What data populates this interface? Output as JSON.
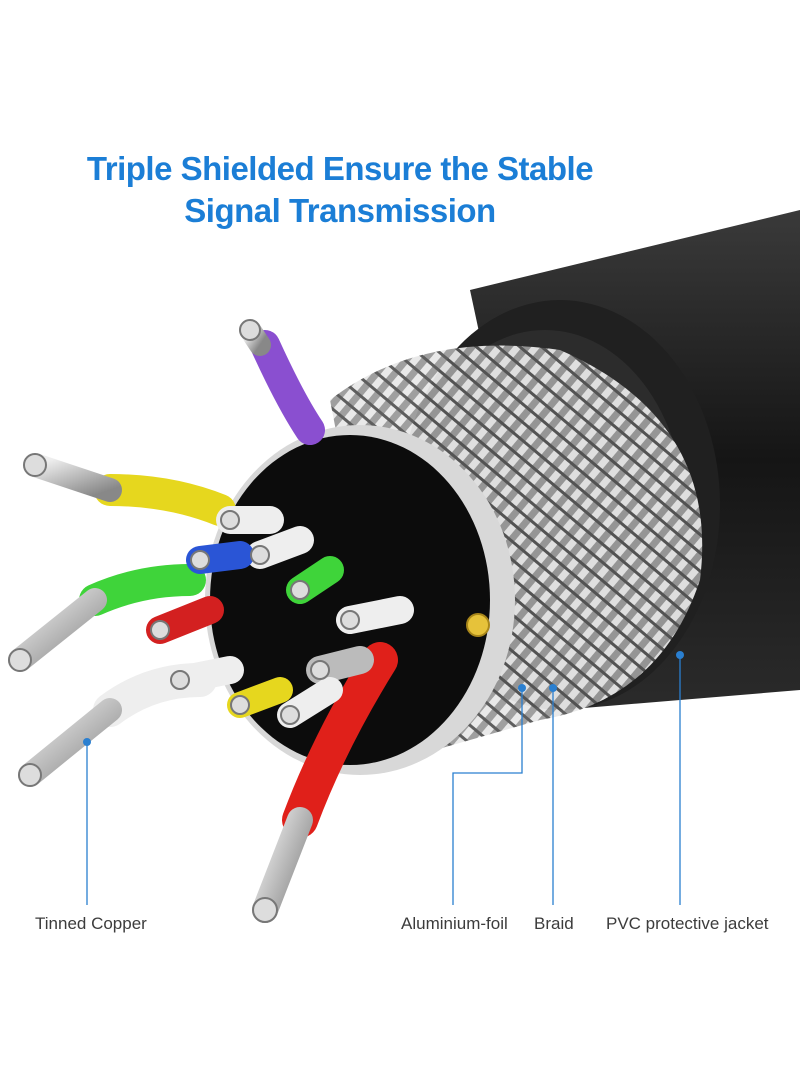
{
  "title": {
    "line1": "Triple Shielded Ensure the Stable",
    "line2": "Signal Transmission"
  },
  "labels": {
    "tinned_copper": "Tinned Copper",
    "aluminium_foil": "Aluminium-foil",
    "braid": "Braid",
    "pvc_jacket": "PVC protective jacket"
  },
  "colors": {
    "title": "#1b7ed6",
    "leader": "#2a7fd0",
    "jacket": "#1c1c1c"
  }
}
